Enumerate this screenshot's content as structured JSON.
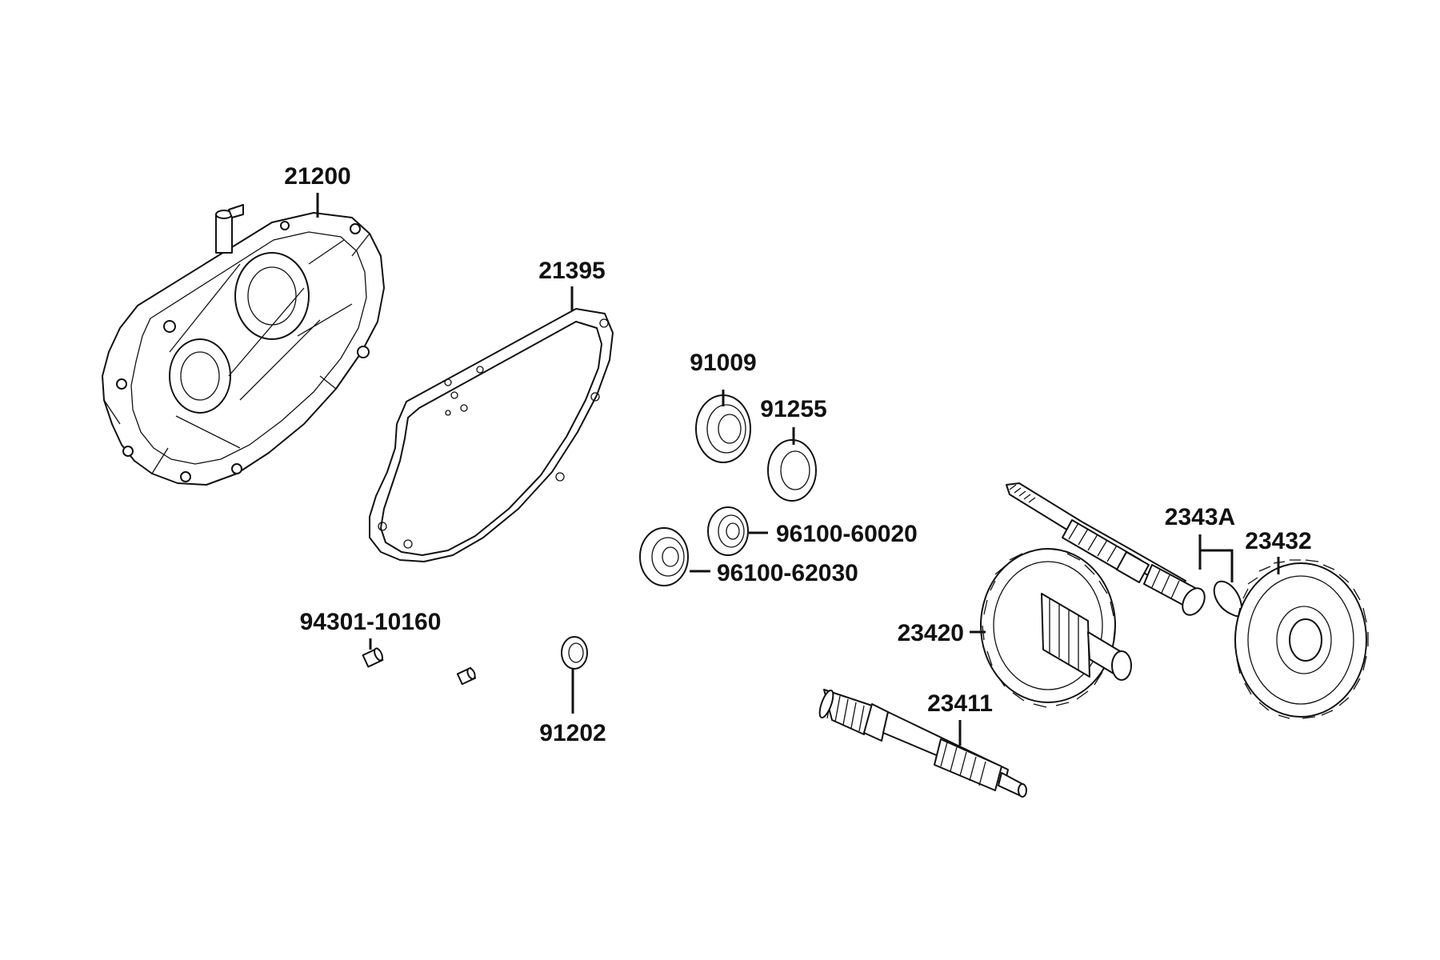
{
  "parts": [
    {
      "id": "p21200",
      "label": "21200"
    },
    {
      "id": "p21395",
      "label": "21395"
    },
    {
      "id": "p91009",
      "label": "91009"
    },
    {
      "id": "p91255",
      "label": "91255"
    },
    {
      "id": "p9610060020",
      "label": "96100-60020"
    },
    {
      "id": "p9610062030",
      "label": "96100-62030"
    },
    {
      "id": "p9430110160",
      "label": "94301-10160"
    },
    {
      "id": "p91202",
      "label": "91202"
    },
    {
      "id": "p2343A",
      "label": "2343A"
    },
    {
      "id": "p23432",
      "label": "23432"
    },
    {
      "id": "p23420",
      "label": "23420"
    },
    {
      "id": "p23411",
      "label": "23411"
    }
  ],
  "colors": {
    "ink": "#111111",
    "background": "#ffffff"
  }
}
